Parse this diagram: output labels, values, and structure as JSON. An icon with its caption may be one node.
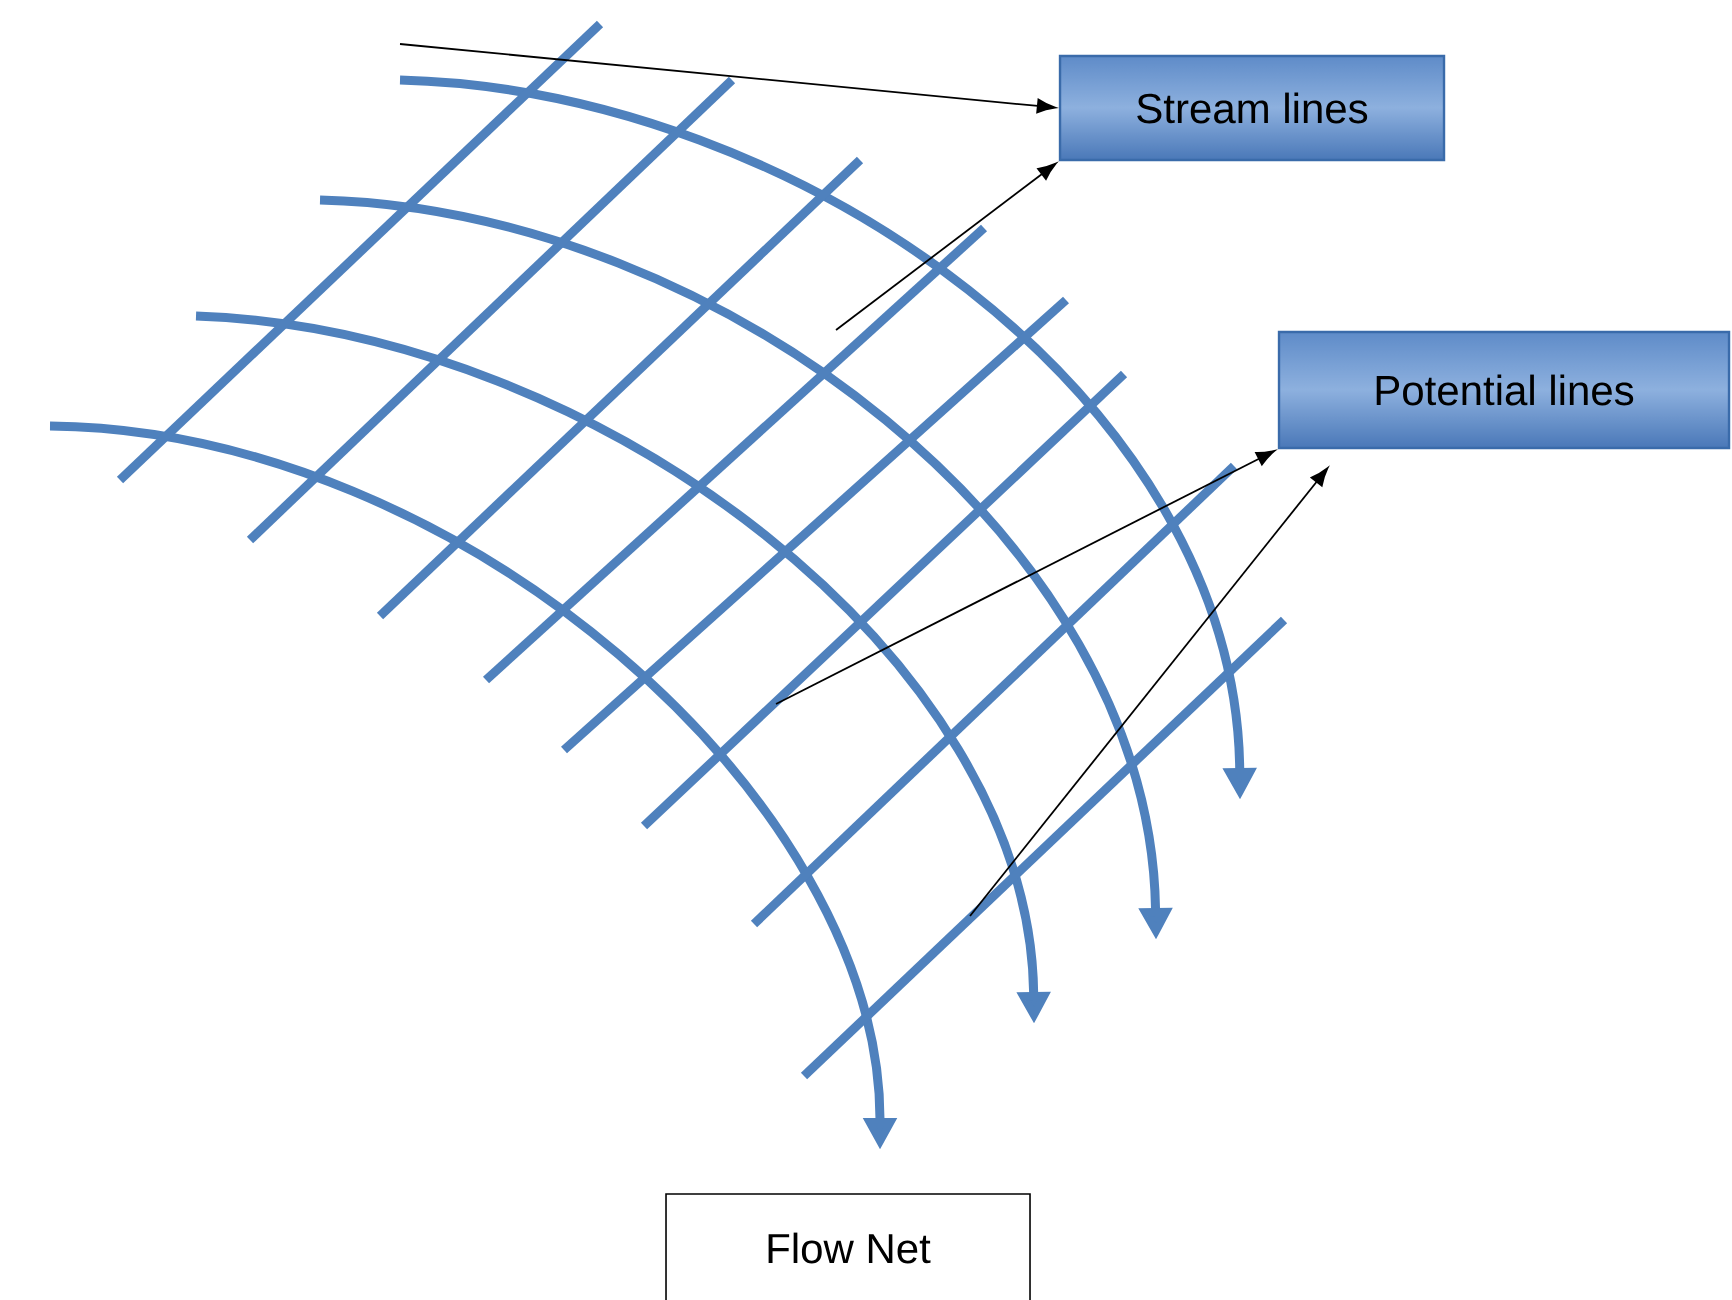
{
  "diagram": {
    "nodes": [
      {
        "text": [
          "Stream lines"
        ]
      },
      {
        "text": [
          "Potential lines"
        ]
      },
      {
        "text": [
          "Flow Net"
        ]
      }
    ],
    "edges": [
      {
        "from": null,
        "to": 0,
        "arrow": "to"
      },
      {
        "from": null,
        "to": 0,
        "arrow": "to"
      },
      {
        "from": null,
        "to": 1,
        "arrow": "to"
      },
      {
        "from": null,
        "to": 1,
        "arrow": "to"
      }
    ]
  }
}
